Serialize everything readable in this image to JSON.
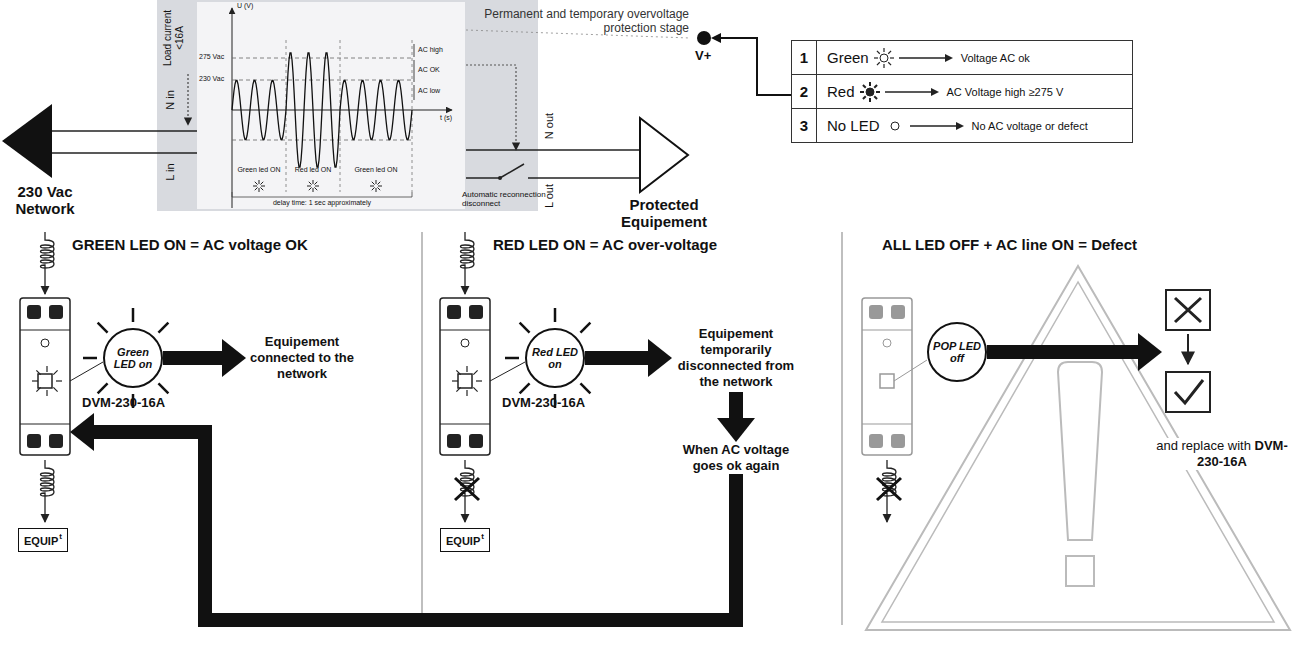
{
  "diagram": {
    "nodes": [
      {
        "text": [
          "Permanent and temporary overvoltage protection stage",
          "V+"
        ]
      },
      {
        "text": [
          "1",
          "Green",
          "Voltage AC ok",
          "2",
          "Red",
          "AC Voltage high ≥275 V",
          "3",
          "No LED",
          "No AC voltage or defect"
        ]
      },
      {
        "text": [
          "DVM-230-16A"
        ]
      },
      {
        "text": [
          "Green LED on"
        ]
      },
      {
        "text": [
          "Equipement connected to the network"
        ]
      },
      {
        "text": [
          "EQUIP",
          "t"
        ]
      },
      {
        "text": [
          "DVM-230-16A"
        ]
      },
      {
        "text": [
          "Red LED on"
        ]
      },
      {
        "text": [
          "Equipement temporarily disconnected from the network"
        ]
      },
      {
        "text": [
          "When AC voltage goes ok again"
        ]
      },
      {
        "text": [
          "EQUIP",
          "t"
        ]
      },
      {
        "text": [
          "POP LED off"
        ]
      },
      {
        "text": [
          "and replace with",
          "DVM-230-16A"
        ]
      }
    ],
    "edges": [
      {
        "from": 1,
        "to": 0,
        "arrow": "to"
      },
      {
        "from": 3,
        "to": 4,
        "arrow": "to"
      },
      {
        "from": 7,
        "to": 8,
        "arrow": "to"
      },
      {
        "from": 8,
        "to": 9,
        "arrow": "to"
      },
      {
        "from": 9,
        "to": 2,
        "arrow": "to"
      },
      {
        "from": 11,
        "to": 12,
        "arrow": "to"
      }
    ],
    "labels": [
      "Load current <16A",
      "N in",
      "L in",
      "230 Vac Network",
      "U (V)",
      "275 Vac",
      "230 Vac",
      "AC high",
      "AC OK",
      "AC low",
      "t (s)",
      "Green led ON",
      "Red led ON",
      "Green led ON",
      "delay time: 1 sec approximately",
      "N out",
      "L out",
      "Automatic reconnection disconnect",
      "Protected Equipement",
      "GREEN LED ON = AC voltage OK",
      "RED LED ON = AC over-voltage",
      "ALL LED OFF + AC line ON = Defect"
    ]
  }
}
